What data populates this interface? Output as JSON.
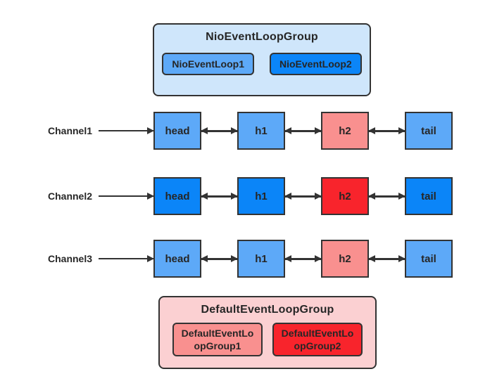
{
  "colors": {
    "canvas_bg": "#ffffff",
    "border": "#333333",
    "text": "#262626",
    "arrow": "#333333",
    "light_blue_fill": "#cfe6fb",
    "medium_blue": "#5da9f8",
    "bright_blue": "#0b85f8",
    "pink_fill": "#fbd0d2",
    "light_red": "#f9908f",
    "bright_red": "#f8242c"
  },
  "top_group": {
    "title": "NioEventLoopGroup",
    "fill": "#cfe6fb",
    "items": [
      {
        "label": "NioEventLoop1",
        "fill": "#5da9f8"
      },
      {
        "label": "NioEventLoop2",
        "fill": "#0b85f8"
      }
    ]
  },
  "channels": [
    {
      "label": "Channel1",
      "nodes": [
        {
          "label": "head",
          "fill": "#5da9f8"
        },
        {
          "label": "h1",
          "fill": "#5da9f8"
        },
        {
          "label": "h2",
          "fill": "#f9908f"
        },
        {
          "label": "tail",
          "fill": "#5da9f8"
        }
      ]
    },
    {
      "label": "Channel2",
      "nodes": [
        {
          "label": "head",
          "fill": "#0b85f8"
        },
        {
          "label": "h1",
          "fill": "#0b85f8"
        },
        {
          "label": "h2",
          "fill": "#f8242c"
        },
        {
          "label": "tail",
          "fill": "#0b85f8"
        }
      ]
    },
    {
      "label": "Channel3",
      "nodes": [
        {
          "label": "head",
          "fill": "#5da9f8"
        },
        {
          "label": "h1",
          "fill": "#5da9f8"
        },
        {
          "label": "h2",
          "fill": "#f9908f"
        },
        {
          "label": "tail",
          "fill": "#5da9f8"
        }
      ]
    }
  ],
  "bottom_group": {
    "title": "DefaultEventLoopGroup",
    "fill": "#fbd0d2",
    "items": [
      {
        "label": "DefaultEventLoopGroup1",
        "fill": "#f9908f"
      },
      {
        "label": "DefaultEventLoopGroup2",
        "fill": "#f8242c"
      }
    ]
  }
}
